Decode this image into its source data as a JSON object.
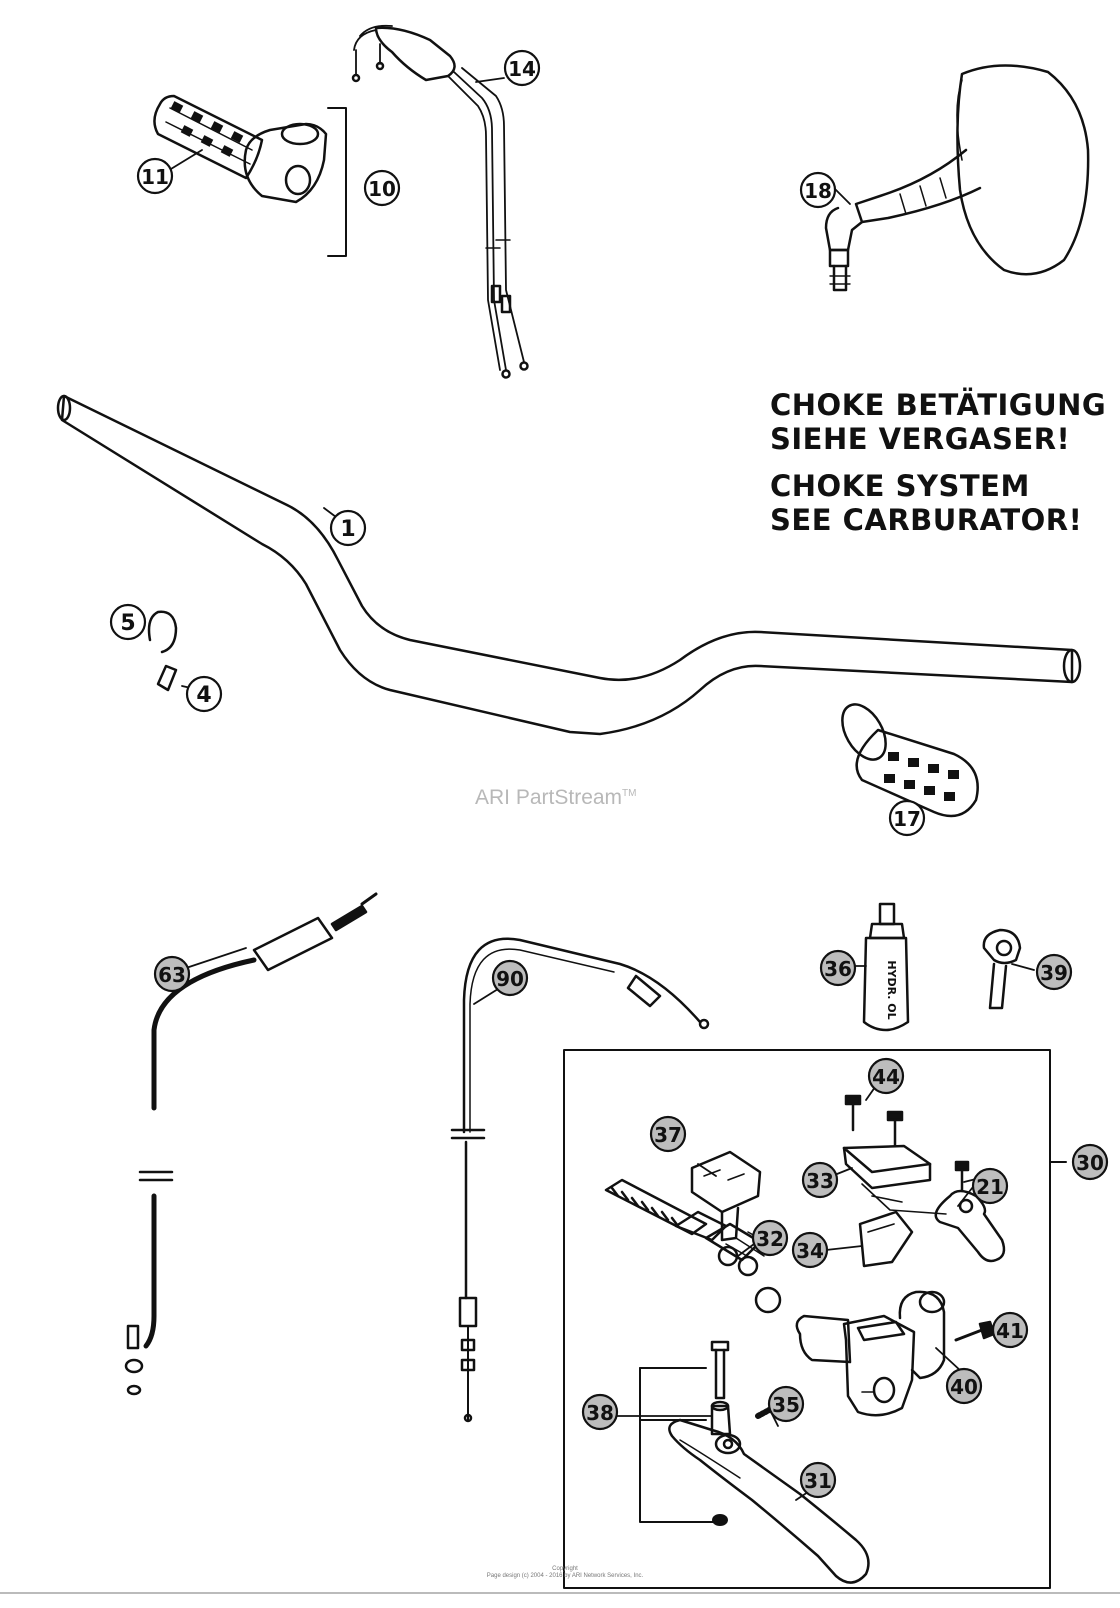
{
  "callouts": [
    {
      "id": "1",
      "filled": false
    },
    {
      "id": "4",
      "filled": false
    },
    {
      "id": "5",
      "filled": false
    },
    {
      "id": "10",
      "filled": false
    },
    {
      "id": "11",
      "filled": false
    },
    {
      "id": "14",
      "filled": false
    },
    {
      "id": "17",
      "filled": false
    },
    {
      "id": "18",
      "filled": false
    },
    {
      "id": "63",
      "filled": true
    },
    {
      "id": "90",
      "filled": true
    },
    {
      "id": "36",
      "filled": true
    },
    {
      "id": "39",
      "filled": true
    },
    {
      "id": "44",
      "filled": true
    },
    {
      "id": "37",
      "filled": true
    },
    {
      "id": "33",
      "filled": true
    },
    {
      "id": "21",
      "filled": true
    },
    {
      "id": "30",
      "filled": true
    },
    {
      "id": "32",
      "filled": true
    },
    {
      "id": "34",
      "filled": true
    },
    {
      "id": "41",
      "filled": true
    },
    {
      "id": "40",
      "filled": true
    },
    {
      "id": "38",
      "filled": true
    },
    {
      "id": "35",
      "filled": true
    },
    {
      "id": "31",
      "filled": true
    }
  ],
  "notes": {
    "german_line1": "CHOKE BETÄTIGUNG",
    "german_line2": "SIEHE VERGASER!",
    "english_line1": "CHOKE SYSTEM",
    "english_line2": "SEE CARBURATOR!"
  },
  "bottle_label": "HYDR. OL",
  "watermark": {
    "text": "ARI PartStream",
    "mark": "TM"
  },
  "copyright": {
    "line1": "Copyright",
    "line2": "Page design (c) 2004 - 2016 by ARI Network Services, Inc."
  },
  "colors": {
    "line": "#111111",
    "callout_fill": "#bdbdbd",
    "watermark": "#b8b8b8"
  }
}
